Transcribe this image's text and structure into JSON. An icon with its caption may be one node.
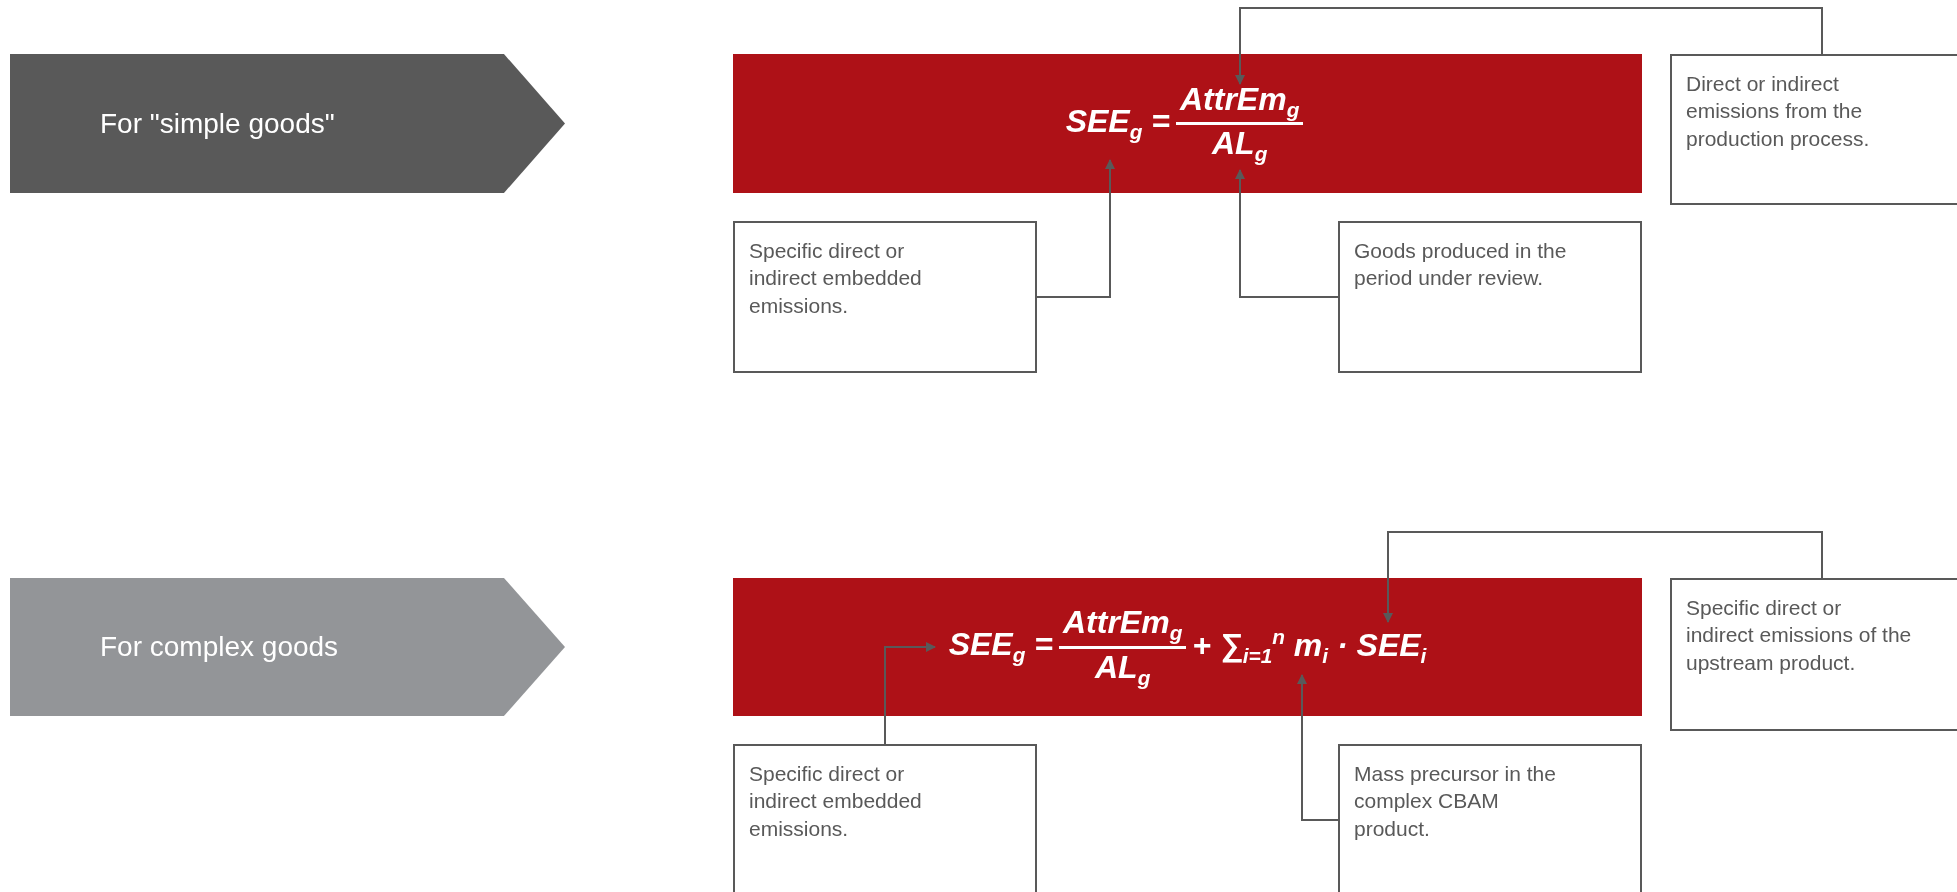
{
  "diagram": {
    "nodes": [
      {
        "text": [
          "For \"simple goods\""
        ]
      },
      {
        "text": [
          "SEE$_{g}$ =",
          "AttrEm$_{g}$",
          "AL$_{g}$"
        ]
      },
      {
        "text": [
          "Direct or indirect emissions from the production process."
        ]
      },
      {
        "text": [
          "Specific direct or indirect embedded emissions."
        ]
      },
      {
        "text": [
          "Goods produced in the period under review."
        ]
      },
      {
        "text": [
          "For complex goods"
        ]
      },
      {
        "text": [
          "SEE$_{g}$ =",
          "AttrEm$_{g}$",
          "AL$_{g}$",
          "+ ∑$_{i=1}$$^{n}$ m$_{i}$ · SEE$_{i}$"
        ]
      },
      {
        "text": [
          "Specific direct or indirect emissions of the upstream product."
        ]
      },
      {
        "text": [
          "Specific direct or indirect embedded emissions."
        ]
      },
      {
        "text": [
          "Mass precursor in the complex CBAM product."
        ]
      }
    ],
    "edges": [
      {
        "from": 2,
        "to": 1,
        "arrow": "to"
      },
      {
        "from": 3,
        "to": 1,
        "arrow": "to"
      },
      {
        "from": 4,
        "to": 1,
        "arrow": "to"
      },
      {
        "from": 7,
        "to": 6,
        "arrow": "to"
      },
      {
        "from": 8,
        "to": 6,
        "arrow": "to"
      },
      {
        "from": 9,
        "to": 6,
        "arrow": "to"
      }
    ]
  }
}
